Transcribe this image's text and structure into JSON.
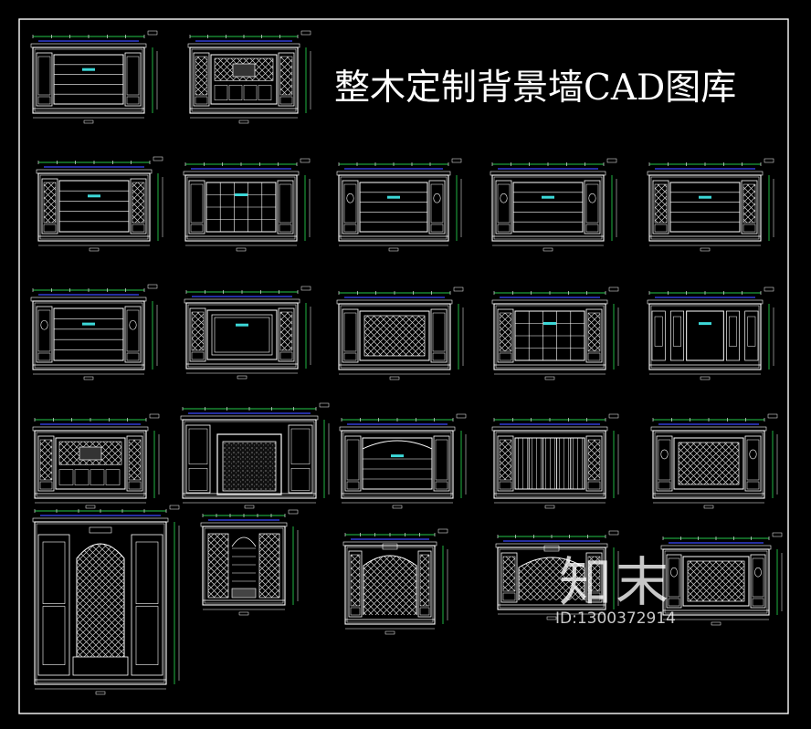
{
  "title": "整木定制背景墙CAD图库",
  "watermark": {
    "logo": "知末",
    "id": "ID:1300372914"
  },
  "colors": {
    "background": "#000000",
    "linework": "#ffffff",
    "dimension_green": "#23c84a",
    "dimension_blue": "#3a48ff",
    "highlight_cyan": "#3cd8d8"
  }
}
